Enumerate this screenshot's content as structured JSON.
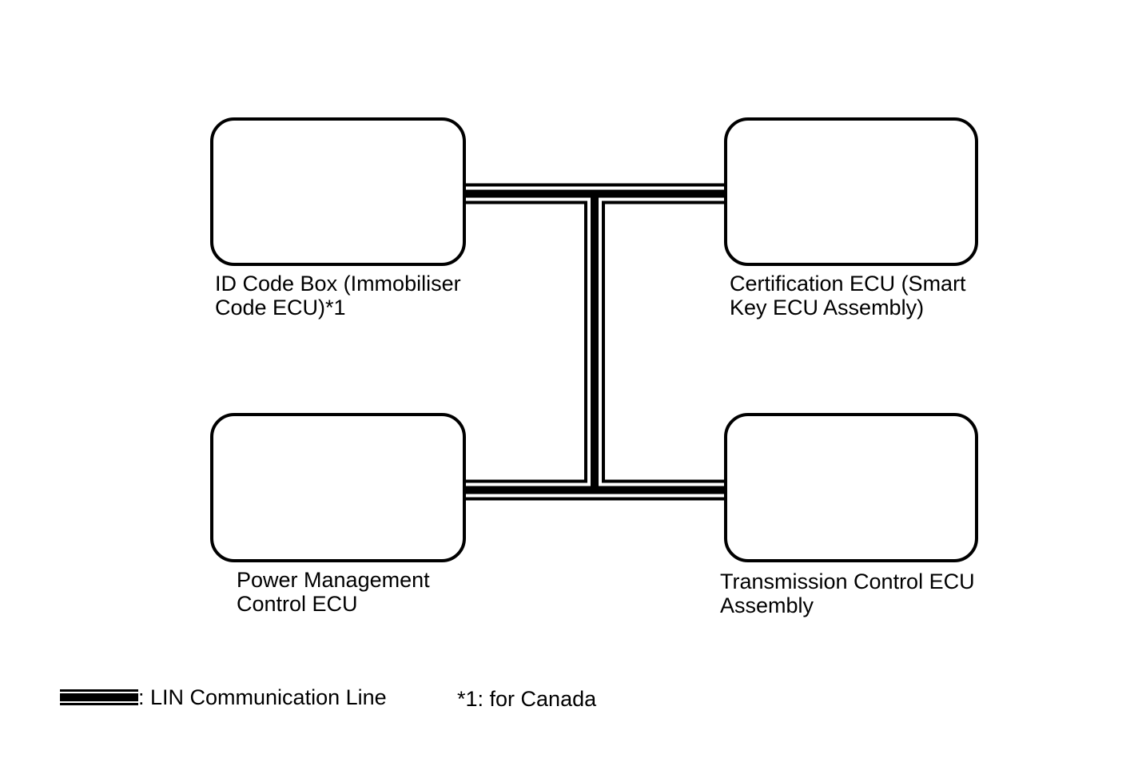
{
  "diagram": {
    "nodes": [
      {
        "id": "id-code-box",
        "label": "ID Code Box (Immobiliser\nCode ECU)*1"
      },
      {
        "id": "certification-ecu",
        "label": "Certification ECU (Smart\nKey ECU Assembly)"
      },
      {
        "id": "power-management-ecu",
        "label": "Power Management\nControl ECU"
      },
      {
        "id": "transmission-ecu",
        "label": "Transmission Control ECU\nAssembly"
      }
    ],
    "bus": {
      "type": "LIN",
      "connected_nodes": [
        "id-code-box",
        "certification-ecu",
        "power-management-ecu",
        "transmission-ecu"
      ]
    }
  },
  "legend": {
    "line_label": ": LIN Communication Line",
    "footnote": "*1: for Canada"
  },
  "colors": {
    "line": "#000000",
    "background": "#ffffff",
    "text": "#000000"
  }
}
